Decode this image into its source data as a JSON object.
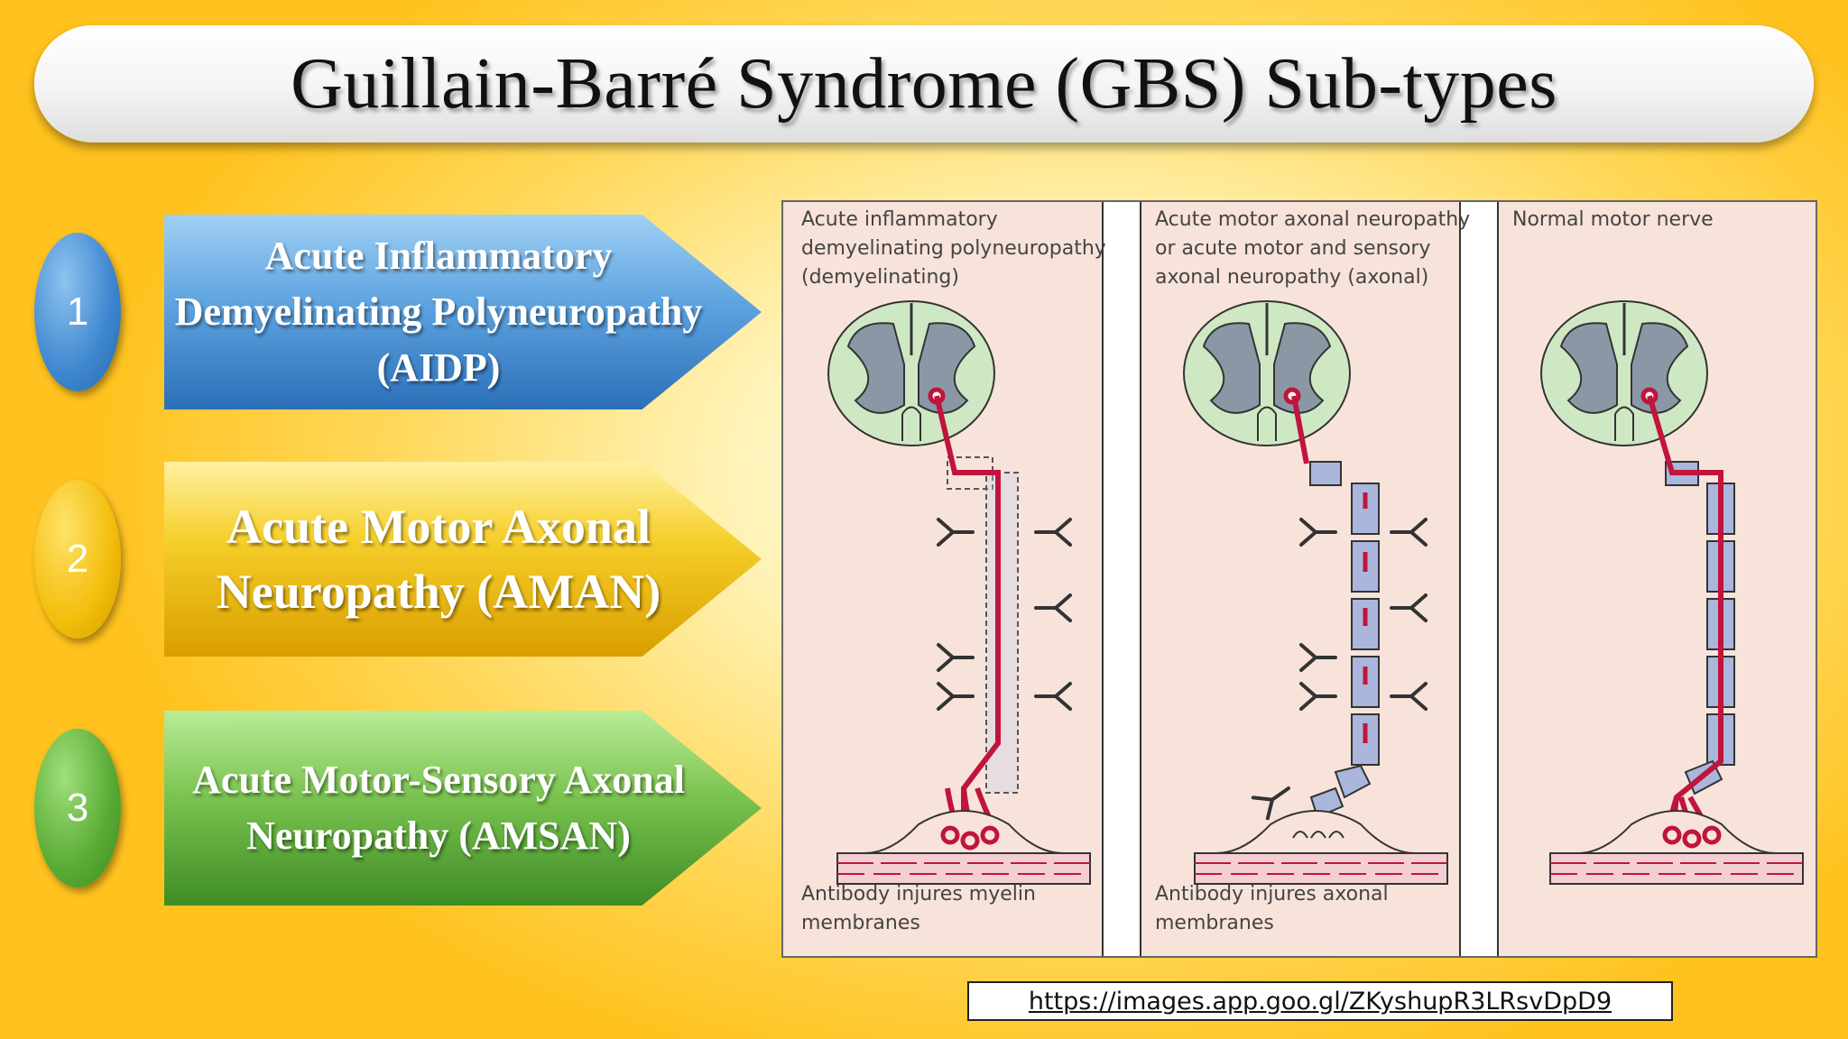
{
  "title": "Guillain-Barré Syndrome (GBS) Sub-types",
  "subtypes": [
    {
      "number": "1",
      "label": "Acute Inflammatory Demyelinating Polyneuropathy (AIDP)",
      "color": "#3d86cf"
    },
    {
      "number": "2",
      "label": "Acute Motor Axonal Neuropathy (AMAN)",
      "color": "#f3bd0b"
    },
    {
      "number": "3",
      "label": "Acute Motor-Sensory Axonal Neuropathy (AMSAN)",
      "color": "#58aa34"
    }
  ],
  "figure": {
    "panels": [
      {
        "top_caption": "Acute inflammatory\ndemyelinating polyneuropathy\n(demyelinating)",
        "bottom_caption": "Antibody injures myelin\nmembranes"
      },
      {
        "top_caption": "Acute motor axonal neuropathy\nor acute motor and sensory\naxonal neuropathy (axonal)",
        "bottom_caption": "Antibody injures axonal\nmembranes"
      },
      {
        "top_caption": "Normal motor nerve",
        "bottom_caption": ""
      }
    ],
    "colors": {
      "panel_bg": "#f7e3da",
      "spinal_outer": "#cfe8c4",
      "spinal_gray": "#8a98a6",
      "axon": "#c0143c",
      "myelin": "#aab6dc"
    }
  },
  "source_url": "https://images.app.goo.gl/ZKyshupR3LRsvDpD9"
}
